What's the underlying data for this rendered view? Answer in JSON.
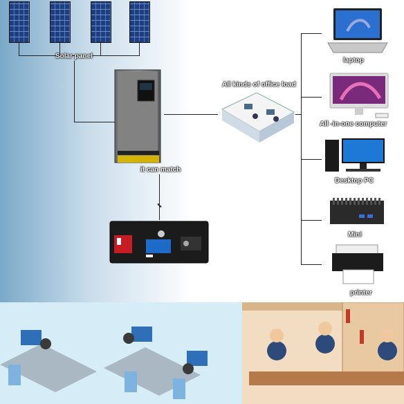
{
  "labels": {
    "solar_panel": "Solar panel",
    "office_load": "All kinds of office load",
    "it_can_match": "it can match",
    "laptop": "laptop",
    "all_in_one": "All -in-one computer",
    "desktop_pc": "Desktop PC",
    "mini": "Mini",
    "printer": "printer"
  },
  "icons": [
    "solar-panel-icon",
    "inverter-icon",
    "battery-icon",
    "office-icon",
    "laptop-icon",
    "all-in-one-icon",
    "desktop-icon",
    "mini-pc-icon",
    "printer-icon"
  ],
  "colors": {
    "label_text": "#ffffff",
    "label_outline": "#000000",
    "wire": "#222222"
  }
}
